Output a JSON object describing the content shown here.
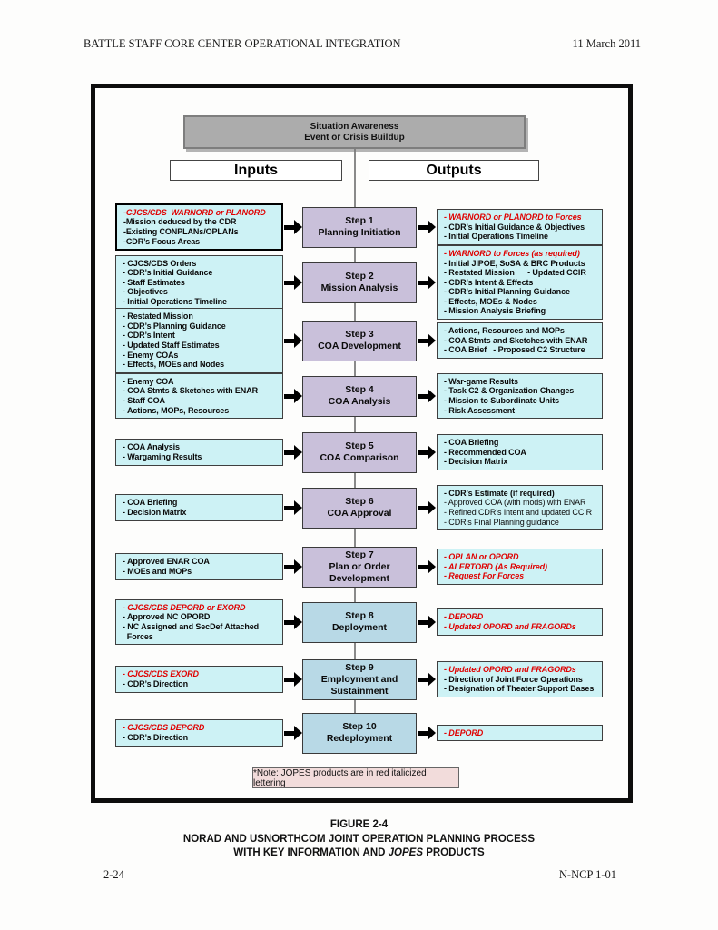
{
  "page": {
    "header_left": "BATTLE STAFF CORE CENTER OPERATIONAL INTEGRATION",
    "header_right": "11 March 2011",
    "footer_left": "2-24",
    "footer_right": "N-NCP 1-01"
  },
  "colors": {
    "cyan_fill": "#CDF2F5",
    "step_purple": "#C9C0DA",
    "step_blue": "#B8D9E6",
    "banner_gray": "#ACACAC",
    "note_pink": "#F2DCDB",
    "jopes_red": "#E00000"
  },
  "figure": {
    "banner": {
      "line1": "Situation Awareness",
      "line2": "Event or Crisis Buildup"
    },
    "inputs_label": "Inputs",
    "outputs_label": "Outputs",
    "note": "*Note: JOPES products are in red italicized lettering",
    "caption": {
      "line1": "FIGURE 2-4",
      "line2": "NORAD AND USNORTHCOM JOINT OPERATION PLANNING PROCESS",
      "line3_prefix": "WITH KEY INFORMATION AND ",
      "line3_italic": "JOPES",
      "line3_suffix": " PRODUCTS"
    },
    "steps": [
      {
        "input_thick": true,
        "inputs": [
          {
            "t": "-CJCS/CDS  WARNORD or PLANORD",
            "red": true
          },
          {
            "t": "-Mission deduced by the CDR"
          },
          {
            "t": "-Existing CONPLANs/OPLANs"
          },
          {
            "t": "-CDR’s Focus Areas"
          }
        ],
        "step": [
          "Step 1",
          "Planning Initiation"
        ],
        "variant": "purple",
        "outputs": [
          {
            "t": "- WARNORD or PLANORD to Forces",
            "red": true
          },
          {
            "t": "- CDR’s Initial Guidance & Objectives"
          },
          {
            "t": "- Initial Operations Timeline"
          }
        ]
      },
      {
        "inputs": [
          {
            "t": "- CJCS/CDS Orders"
          },
          {
            "t": "- CDR’s Initial Guidance"
          },
          {
            "t": "- Staff Estimates"
          },
          {
            "t": "- Objectives"
          },
          {
            "t": "- Initial Operations Timeline"
          }
        ],
        "step": [
          "Step 2",
          "Mission Analysis"
        ],
        "variant": "purple",
        "outputs": [
          {
            "t": "- WARNORD to Forces (as required)",
            "red": true
          },
          {
            "t": "- Initial JIPOE, SoSA & BRC Products"
          },
          {
            "t": "- Restated Mission      - Updated CCIR"
          },
          {
            "t": "- CDR’s Intent & Effects"
          },
          {
            "t": "- CDR’s Initial Planning Guidance"
          },
          {
            "t": "- Effects, MOEs & Nodes"
          },
          {
            "t": "- Mission Analysis Briefing"
          }
        ]
      },
      {
        "inputs": [
          {
            "t": "- Restated Mission"
          },
          {
            "t": "- CDR’s Planning Guidance"
          },
          {
            "t": "- CDR’s Intent"
          },
          {
            "t": "- Updated Staff Estimates"
          },
          {
            "t": "- Enemy COAs"
          },
          {
            "t": "- Effects, MOEs and Nodes"
          }
        ],
        "step": [
          "Step 3",
          "COA Development"
        ],
        "variant": "purple",
        "outputs": [
          {
            "t": "- Actions, Resources and MOPs"
          },
          {
            "t": "- COA Stmts and Sketches with ENAR"
          },
          {
            "t": "- COA Brief   - Proposed C2 Structure"
          }
        ]
      },
      {
        "inputs": [
          {
            "t": "- Enemy COA"
          },
          {
            "t": "- COA Stmts & Sketches with ENAR"
          },
          {
            "t": "- Staff COA"
          },
          {
            "t": "- Actions, MOPs, Resources"
          }
        ],
        "step": [
          "Step 4",
          "COA Analysis"
        ],
        "variant": "purple",
        "outputs": [
          {
            "t": "- War-game Results"
          },
          {
            "t": "- Task C2 & Organization Changes"
          },
          {
            "t": "- Mission to Subordinate Units"
          },
          {
            "t": "- Risk Assessment"
          }
        ]
      },
      {
        "inputs": [
          {
            "t": "- COA Analysis"
          },
          {
            "t": "- Wargaming Results"
          }
        ],
        "step": [
          "Step 5",
          "COA Comparison"
        ],
        "variant": "purple",
        "outputs": [
          {
            "t": "- COA Briefing"
          },
          {
            "t": "- Recommended COA"
          },
          {
            "t": "- Decision Matrix"
          }
        ]
      },
      {
        "inputs": [
          {
            "t": "- COA Briefing"
          },
          {
            "t": "- Decision Matrix"
          }
        ],
        "step": [
          "Step 6",
          "COA Approval"
        ],
        "variant": "purple",
        "outputs": [
          {
            "t": "- CDR’s Estimate (if required)"
          },
          {
            "t": "- Approved COA (with mods) with ENAR",
            "plain": true
          },
          {
            "t": "- Refined CDR’s Intent and updated CCIR",
            "plain": true
          },
          {
            "t": "- CDR’s Final Planning guidance",
            "plain": true
          }
        ]
      },
      {
        "inputs": [
          {
            "t": "- Approved ENAR COA"
          },
          {
            "t": "- MOEs and MOPs"
          }
        ],
        "step": [
          "Step 7",
          "Plan or Order",
          "Development"
        ],
        "variant": "purple",
        "outputs": [
          {
            "t": "- OPLAN or OPORD",
            "red": true
          },
          {
            "t": "- ALERTORD (As Required)",
            "red": true
          },
          {
            "t": "- Request For Forces",
            "red": true
          }
        ]
      },
      {
        "inputs": [
          {
            "t": "- CJCS/CDS DEPORD or EXORD",
            "red": true
          },
          {
            "t": "- Approved NC OPORD"
          },
          {
            "t": "- NC Assigned and SecDef Attached"
          },
          {
            "t": "  Forces"
          }
        ],
        "step": [
          "Step 8",
          "Deployment"
        ],
        "variant": "blue",
        "outputs": [
          {
            "t": "- DEPORD",
            "red": true
          },
          {
            "t": "- Updated OPORD and FRAGORDs",
            "red": true
          }
        ]
      },
      {
        "inputs": [
          {
            "t": "- CJCS/CDS EXORD",
            "red": true
          },
          {
            "t": "- CDR’s Direction"
          }
        ],
        "step": [
          "Step 9",
          "Employment and",
          "Sustainment"
        ],
        "variant": "blue",
        "outputs": [
          {
            "t": "- Updated OPORD and FRAGORDs",
            "red": true
          },
          {
            "t": "- Direction of Joint Force Operations"
          },
          {
            "t": "- Designation of Theater Support Bases"
          }
        ]
      },
      {
        "inputs": [
          {
            "t": "- CJCS/CDS DEPORD",
            "red": true
          },
          {
            "t": "- CDR’s Direction"
          }
        ],
        "step": [
          "Step 10",
          "Redeployment"
        ],
        "variant": "blue",
        "outputs": [
          {
            "t": "- DEPORD",
            "red": true
          }
        ]
      }
    ]
  }
}
